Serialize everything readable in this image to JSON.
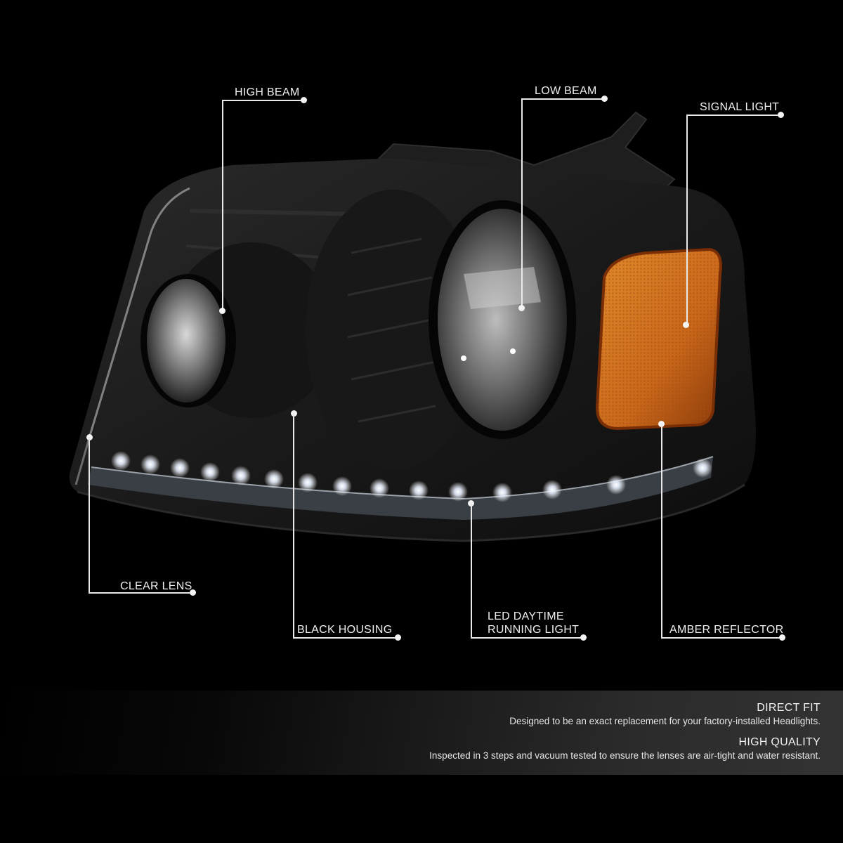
{
  "callouts": {
    "high_beam": "HIGH BEAM",
    "low_beam": "LOW BEAM",
    "signal_light": "SIGNAL LIGHT",
    "clear_lens": "CLEAR LENS",
    "black_housing": "BLACK HOUSING",
    "led_drl_line1": "LED DAYTIME",
    "led_drl_line2": "RUNNING LIGHT",
    "amber_reflector": "AMBER REFLECTOR"
  },
  "features": [
    {
      "title": "DIRECT FIT",
      "description": "Designed to be an exact replacement for your factory-installed Headlights."
    },
    {
      "title": "HIGH QUALITY",
      "description": "Inspected in 3 steps and vacuum tested to ensure the lenses are air-tight and water resistant."
    }
  ],
  "colors": {
    "background": "#000000",
    "housing": "#1c1c1c",
    "amber": "#c8661a",
    "callout": "#ececec",
    "led": "#ffffff"
  }
}
